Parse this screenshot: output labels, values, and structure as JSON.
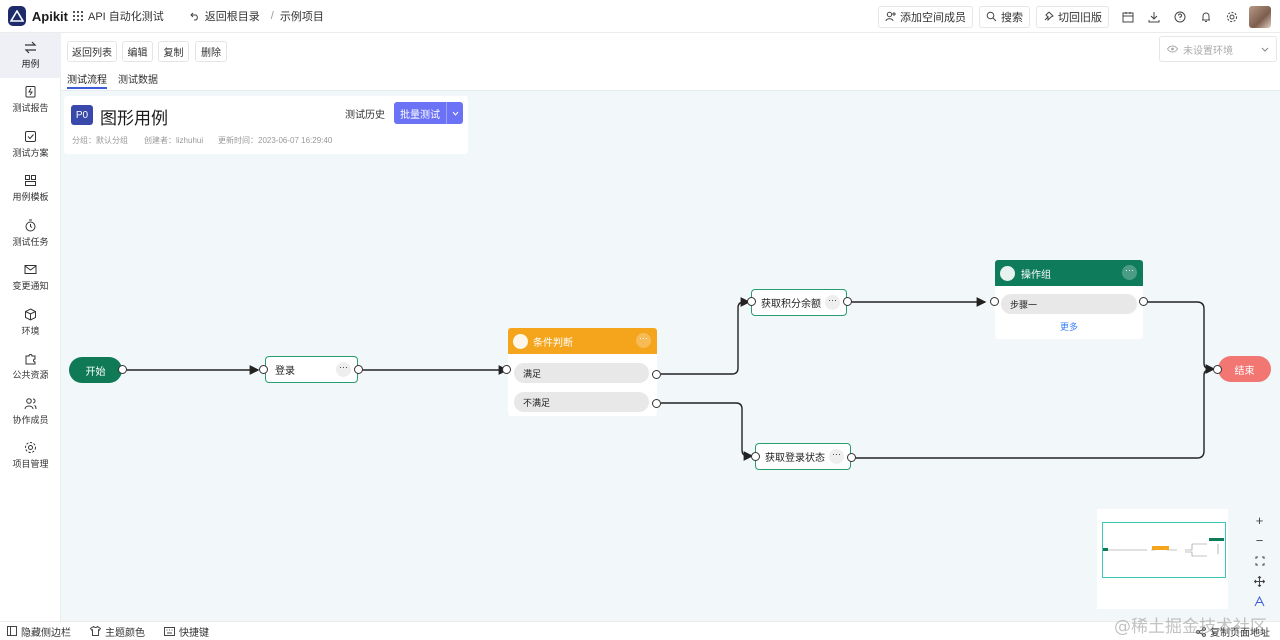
{
  "app": {
    "name": "Apikit"
  },
  "topbar": {
    "project_name": "API 自动化测试",
    "back_root": "返回根目录",
    "separator": "/",
    "current": "示例项目",
    "add_member": "添加空间成员",
    "search": "搜索",
    "switch_old": "切回旧版"
  },
  "sidebar": {
    "items": [
      {
        "label": "用例",
        "icon": "swap-icon"
      },
      {
        "label": "测试报告",
        "icon": "report-icon"
      },
      {
        "label": "测试方案",
        "icon": "checkbox-icon"
      },
      {
        "label": "用例模板",
        "icon": "template-icon"
      },
      {
        "label": "测试任务",
        "icon": "timer-icon"
      },
      {
        "label": "变更通知",
        "icon": "mail-icon"
      },
      {
        "label": "环境",
        "icon": "cube-icon"
      },
      {
        "label": "公共资源",
        "icon": "puzzle-icon"
      },
      {
        "label": "协作成员",
        "icon": "users-icon"
      },
      {
        "label": "项目管理",
        "icon": "gear-icon"
      }
    ]
  },
  "toolbar": {
    "back_list": "返回列表",
    "edit": "编辑",
    "copy": "复制",
    "delete": "删除",
    "env_placeholder": "未设置环境"
  },
  "tabs": {
    "flow": "测试流程",
    "data": "测试数据"
  },
  "case": {
    "priority": "P0",
    "title": "图形用例",
    "group": "分组：默认分组",
    "creator": "创建者：lizhuhui",
    "updated": "更新时间：2023-06-07 16:29:40",
    "history": "测试历史",
    "batch": "批量测试"
  },
  "flow": {
    "start": "开始",
    "login": "登录",
    "condition_title": "条件判断",
    "cond_yes": "满足",
    "cond_no": "不满足",
    "get_points": "获取积分余额",
    "get_login_state": "获取登录状态",
    "group_title": "操作组",
    "group_step": "步骤一",
    "group_more": "更多",
    "end": "结束",
    "more_glyph": "···"
  },
  "colors": {
    "start": "#0f7a55",
    "end": "#f27672",
    "condition": "#f4a51c",
    "group": "#0e7c5b",
    "primary": "#6b72f6"
  },
  "bottombar": {
    "hide_sidebar": "隐藏侧边栏",
    "theme": "主题颜色",
    "shortcuts": "快捷键",
    "copy_url": "复制页面地址"
  },
  "watermark": "@稀土掘金技术社区"
}
